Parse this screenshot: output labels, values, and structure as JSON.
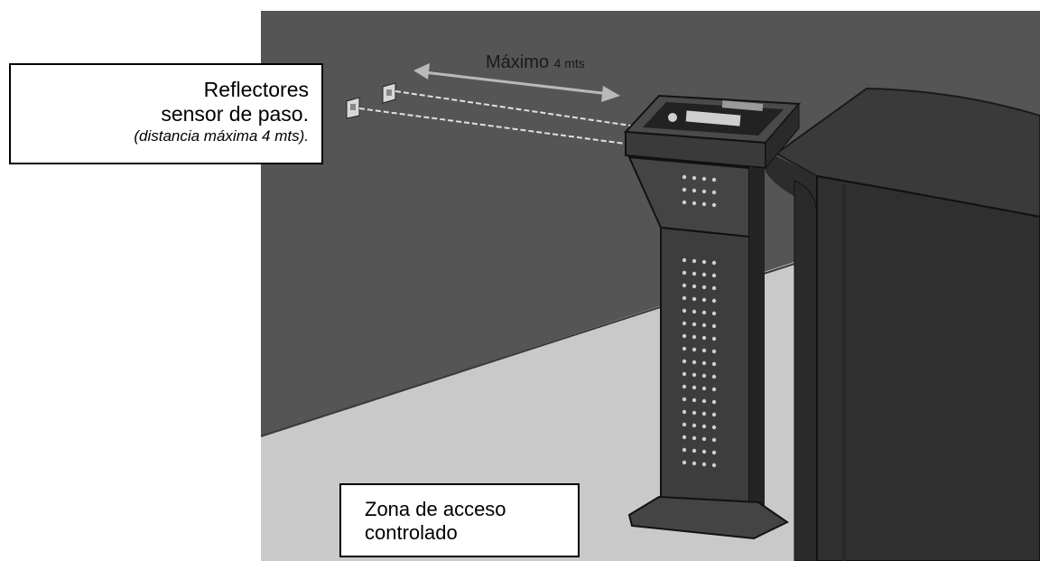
{
  "reflector_label": {
    "line1": "Reflectores",
    "line2": "sensor de paso.",
    "line3": "(distancia máxima 4 mts)."
  },
  "distance_label": {
    "main": "Máximo",
    "unit": "4 mts"
  },
  "zone_label": {
    "line1": "Zona de acceso",
    "line2": "controlado"
  },
  "colors": {
    "wall": "#555555",
    "floor": "#c9c9c9",
    "pedestal": "#3d3d3d",
    "counter": "#2f2f2f",
    "arrow": "#b9b9b9"
  },
  "icons": {
    "reflector": "reflector-icon",
    "arrow": "double-arrow-icon"
  }
}
